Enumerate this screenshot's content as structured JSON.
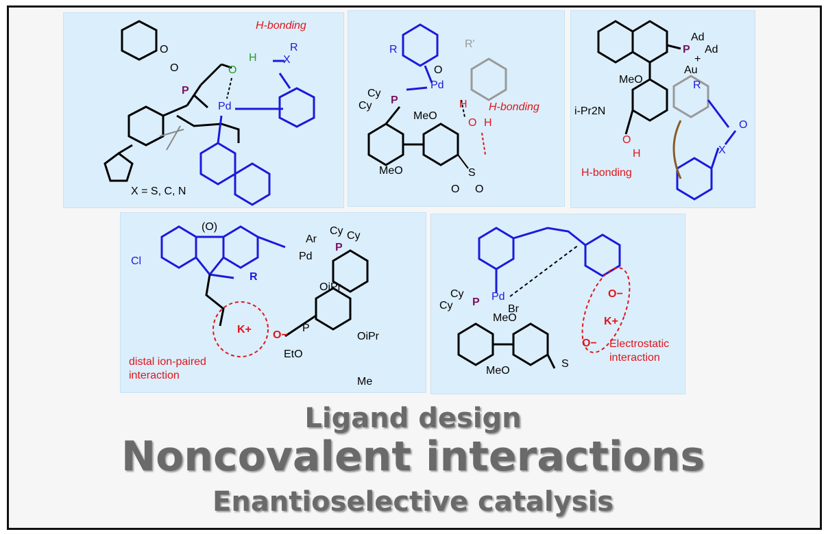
{
  "panels": [
    {
      "labels": {
        "hbond": "H-bonding",
        "x_def": "X = S, C, N",
        "P": "P",
        "Pd": "Pd",
        "O1": "O",
        "O2": "O",
        "H": "H",
        "X": "X",
        "R": "R",
        "O3": "O"
      }
    },
    {
      "labels": {
        "hbond": "H-bonding",
        "R": "R",
        "Rp": "R'",
        "Pd": "Pd",
        "Cy1": "Cy",
        "Cy2": "Cy",
        "P": "P",
        "MeO1": "MeO",
        "MeO2": "MeO",
        "O": "O",
        "H1": "H",
        "OH": "O",
        "H2": "H",
        "S": "S",
        "O2": "O",
        "O3": "O"
      }
    },
    {
      "labels": {
        "hbond": "H-bonding",
        "Ad1": "Ad",
        "Ad2": "Ad",
        "P": "P",
        "Au": "Au",
        "plus": "+",
        "MeO": "MeO",
        "amine": "i-Pr2N",
        "R": "R",
        "O": "O",
        "X": "X",
        "OH": "O",
        "H": "H"
      }
    },
    {
      "labels": {
        "Cl": "Cl",
        "O": "(O)",
        "Ar": "Ar",
        "Pd": "Pd",
        "Cy1": "Cy",
        "Cy2": "Cy",
        "P": "P",
        "R": "R",
        "K": "K+",
        "Ominus": "O−",
        "P2": "P",
        "OEt": "EtO",
        "OiPr1": "OiPr",
        "OiPr2": "OiPr",
        "Me": "Me",
        "caption": "distal ion-paired\ninteraction"
      }
    },
    {
      "labels": {
        "Pd": "Pd",
        "Br": "Br",
        "Cy1": "Cy",
        "Cy2": "Cy",
        "P": "P",
        "MeO1": "MeO",
        "MeO2": "MeO",
        "K": "K+",
        "O1": "O−",
        "O2": "O−",
        "S": "S",
        "caption": "Electrostatic\ninteraction"
      }
    }
  ],
  "titles": {
    "line1": "Ligand design",
    "line2": "Noncovalent interactions",
    "line3": "Enantioselective catalysis"
  },
  "colors": {
    "panel": "#dbeefb",
    "red": "#e0151b",
    "blue": "#1a1adb",
    "purple": "#7a1060"
  }
}
